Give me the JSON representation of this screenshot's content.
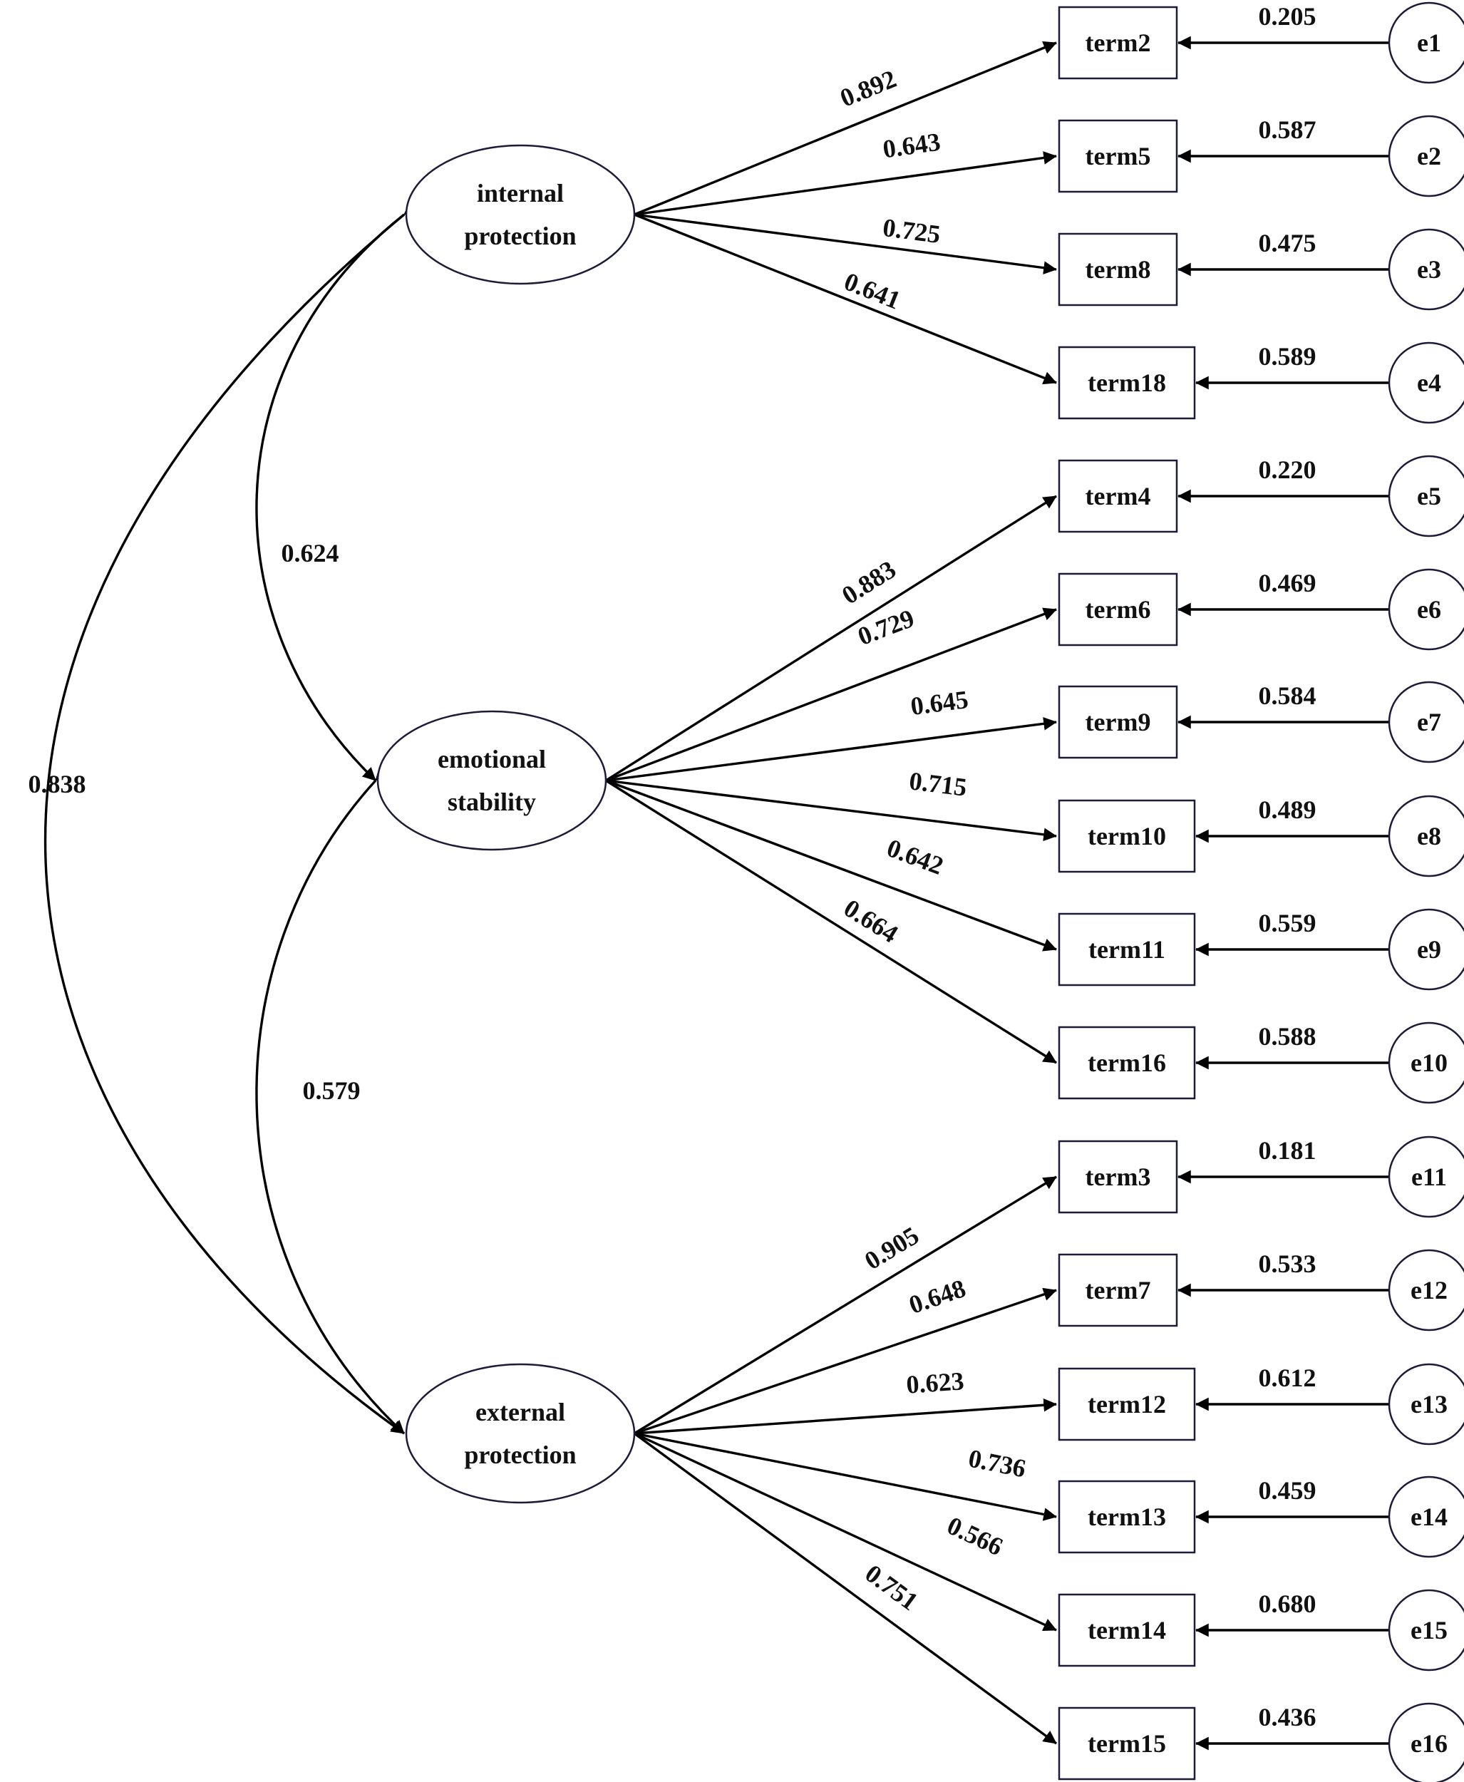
{
  "latents": [
    {
      "id": "internal",
      "lines": [
        "internal",
        "protection"
      ]
    },
    {
      "id": "emotional",
      "lines": [
        "emotional",
        "stability"
      ]
    },
    {
      "id": "external",
      "lines": [
        "external",
        "protection"
      ]
    }
  ],
  "indicators": [
    {
      "term": "term2",
      "error": "e1",
      "latent": "internal",
      "loading": "0.892",
      "error_value": "0.205"
    },
    {
      "term": "term5",
      "error": "e2",
      "latent": "internal",
      "loading": "0.643",
      "error_value": "0.587"
    },
    {
      "term": "term8",
      "error": "e3",
      "latent": "internal",
      "loading": "0.725",
      "error_value": "0.475"
    },
    {
      "term": "term18",
      "error": "e4",
      "latent": "internal",
      "loading": "0.641",
      "error_value": "0.589"
    },
    {
      "term": "term4",
      "error": "e5",
      "latent": "emotional",
      "loading": "0.883",
      "error_value": "0.220"
    },
    {
      "term": "term6",
      "error": "e6",
      "latent": "emotional",
      "loading": "0.729",
      "error_value": "0.469"
    },
    {
      "term": "term9",
      "error": "e7",
      "latent": "emotional",
      "loading": "0.645",
      "error_value": "0.584"
    },
    {
      "term": "term10",
      "error": "e8",
      "latent": "emotional",
      "loading": "0.715",
      "error_value": "0.489"
    },
    {
      "term": "term11",
      "error": "e9",
      "latent": "emotional",
      "loading": "0.642",
      "error_value": "0.559"
    },
    {
      "term": "term16",
      "error": "e10",
      "latent": "emotional",
      "loading": "0.664",
      "error_value": "0.588"
    },
    {
      "term": "term3",
      "error": "e11",
      "latent": "external",
      "loading": "0.905",
      "error_value": "0.181"
    },
    {
      "term": "term7",
      "error": "e12",
      "latent": "external",
      "loading": "0.648",
      "error_value": "0.533"
    },
    {
      "term": "term12",
      "error": "e13",
      "latent": "external",
      "loading": "0.623",
      "error_value": "0.612"
    },
    {
      "term": "term13",
      "error": "e14",
      "latent": "external",
      "loading": "0.736",
      "error_value": "0.459"
    },
    {
      "term": "term14",
      "error": "e15",
      "latent": "external",
      "loading": "0.566",
      "error_value": "0.680"
    },
    {
      "term": "term15",
      "error": "e16",
      "latent": "external",
      "loading": "0.751",
      "error_value": "0.436"
    }
  ],
  "correlations": [
    {
      "from": "internal",
      "to": "emotional",
      "value": "0.624"
    },
    {
      "from": "emotional",
      "to": "external",
      "value": "0.579"
    },
    {
      "from": "internal",
      "to": "external",
      "value": "0.838"
    }
  ]
}
